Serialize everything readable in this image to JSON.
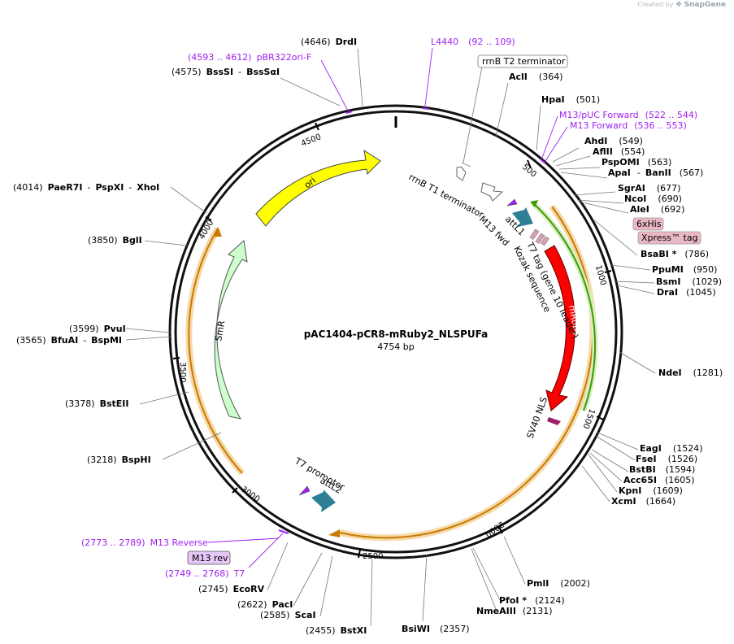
{
  "credit": {
    "prefix": "Created by",
    "brand": "SnapGene"
  },
  "plasmid": {
    "name": "pAC1404-pCR8-mRuby2_NLSPUFa",
    "length_label": "4754 bp",
    "length": 4754
  },
  "ticks": [
    "500",
    "1000",
    "1500",
    "2000",
    "2500",
    "3000",
    "3500",
    "4000",
    "4500"
  ],
  "sites": {
    "drdi": {
      "pos": "(4646)",
      "name": "DrdI"
    },
    "bsssi": {
      "pos": "(4575)",
      "name": "BssSI",
      "sep": "-",
      "name2": "BssSαI"
    },
    "acli": {
      "name": "AclI",
      "pos": "(364)"
    },
    "hpai": {
      "name": "HpaI",
      "pos": "(501)"
    },
    "ahdi": {
      "name": "AhdI",
      "pos": "(549)"
    },
    "aflii": {
      "name": "AflII",
      "pos": "(554)"
    },
    "pspomi": {
      "name": "PspOMI",
      "pos": "(563)"
    },
    "apai": {
      "name": "ApaI",
      "sep": "-",
      "name2": "BanII",
      "pos": "(567)"
    },
    "sgrai": {
      "name": "SgrAI",
      "pos": "(677)"
    },
    "ncoi": {
      "name": "NcoI",
      "pos": "(690)"
    },
    "alei": {
      "name": "AleI",
      "pos": "(692)"
    },
    "bsabi": {
      "name": "BsaBI *",
      "pos": "(786)"
    },
    "ppumi": {
      "name": "PpuMI",
      "pos": "(950)"
    },
    "bsmi": {
      "name": "BsmI",
      "pos": "(1029)"
    },
    "drai": {
      "name": "DraI",
      "pos": "(1045)"
    },
    "ndei": {
      "name": "NdeI",
      "pos": "(1281)"
    },
    "eagi": {
      "name": "EagI",
      "pos": "(1524)"
    },
    "fsei": {
      "name": "FseI",
      "pos": "(1526)"
    },
    "bstbi": {
      "name": "BstBI",
      "pos": "(1594)"
    },
    "acc65i": {
      "name": "Acc65I",
      "pos": "(1605)"
    },
    "kpni": {
      "name": "KpnI",
      "pos": "(1609)"
    },
    "xcmi": {
      "name": "XcmI",
      "pos": "(1664)"
    },
    "pmli": {
      "name": "PmlI",
      "pos": "(2002)"
    },
    "pfoi": {
      "name": "PfoI *",
      "pos": "(2124)"
    },
    "nmeaiii": {
      "name": "NmeAIII",
      "pos": "(2131)"
    },
    "bsiwi": {
      "name": "BsiWI",
      "pos": "(2357)"
    },
    "bstxi": {
      "pos": "(2455)",
      "name": "BstXI"
    },
    "scai": {
      "pos": "(2585)",
      "name": "ScaI"
    },
    "paci": {
      "pos": "(2622)",
      "name": "PacI"
    },
    "ecorv": {
      "pos": "(2745)",
      "name": "EcoRV"
    },
    "bsphi": {
      "pos": "(3218)",
      "name": "BspHI"
    },
    "bsteii": {
      "pos": "(3378)",
      "name": "BstEII"
    },
    "bfuai": {
      "pos": "(3565)",
      "name": "BfuAI",
      "sep": "-",
      "name2": "BspMI"
    },
    "pvui": {
      "pos": "(3599)",
      "name": "PvuI"
    },
    "bgli": {
      "pos": "(3850)",
      "name": "BglI"
    },
    "paer7i": {
      "pos": "(4014)",
      "name": "PaeR7I",
      "sep": "-",
      "name2": "PspXI",
      "sep2": "-",
      "name3": "XhoI"
    }
  },
  "primers": {
    "pbr322": {
      "range": "(4593 .. 4612)",
      "name": "pBR322ori-F"
    },
    "l4440": {
      "name": "L4440",
      "range": "(92 .. 109)"
    },
    "m13puc": {
      "name": "M13/pUC Forward",
      "range": "(522 .. 544)"
    },
    "m13fwd": {
      "name": "M13 Forward",
      "range": "(536 .. 553)"
    },
    "m13rev": {
      "range": "(2773 .. 2789)",
      "name": "M13 Reverse"
    },
    "t7": {
      "range": "(2749 .. 2768)",
      "name": "T7"
    }
  },
  "features": {
    "rrnb_t2": "rrnB T2 terminator",
    "rrnb_t1": "rrnB T1 terminator",
    "attl1": "attL1",
    "m13fwd_feature": "M13 fwd",
    "t7tag": "T7 tag (gene 10 leader)",
    "kozak": "Kozak sequence",
    "mruby2": "mRuby2",
    "his6": "6xHis",
    "xpress": "Xpress™ tag",
    "sv40": "SV40 NLS",
    "t7prom": "T7 promoter",
    "attl2": "attL2",
    "m13rev_feature": "M13 rev",
    "smr": "SmR",
    "ori": "ori"
  },
  "colors": {
    "backbone": "#111111",
    "ori": "#ffff00",
    "smr": "#ccffcc",
    "mruby2": "#ff0000",
    "attl": "#2e7f96",
    "primer": "#a020f0",
    "enzyme": "#000000",
    "feature_box_pink": "#eab8c4",
    "feature_box_purple": "#e5c6f5",
    "orange_arc": "#e0a000",
    "green_arc": "#44aa00"
  },
  "chart_data": {
    "type": "plasmid-map",
    "total_bp": 4754,
    "title": "pAC1404-pCR8-mRuby2_NLSPUFa"
  }
}
